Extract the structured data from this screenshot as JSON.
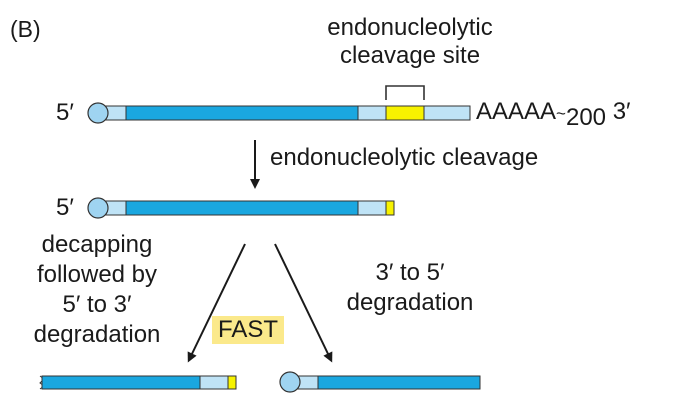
{
  "panel_label": "(B)",
  "labels": {
    "cleavage_site_line1": "endonucleolytic",
    "cleavage_site_line2": "cleavage site",
    "five_prime": "5′",
    "three_prime": "3′",
    "poly_a": "AAAAA",
    "poly_a_length_prefix": "~",
    "poly_a_length": "200",
    "step_cleavage": "endonucleolytic cleavage",
    "left_path_line1": "decapping",
    "left_path_line2": "followed by",
    "left_path_line3": "5′ to 3′",
    "left_path_line4": "degradation",
    "right_path_line1": "3′ to 5′",
    "right_path_line2": "degradation",
    "speed_badge": "FAST"
  },
  "colors": {
    "coding_blue": "#1aa7e0",
    "utr_light": "#bfe3f6",
    "cleavage_yellow": "#f7f200",
    "cap_circle": "#9fd4f1",
    "badge_bg": "#fbe98b",
    "stroke": "#333333"
  }
}
